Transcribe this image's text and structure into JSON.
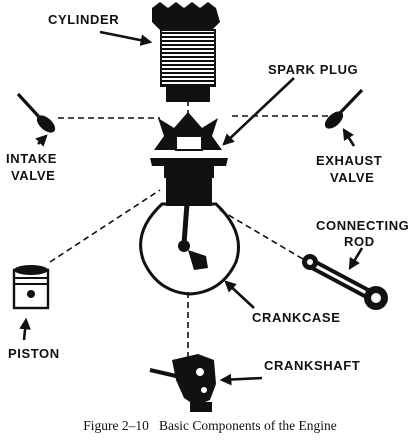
{
  "labels": {
    "cylinder": "CYLINDER",
    "spark_plug": "SPARK PLUG",
    "intake_valve_line1": "INTAKE",
    "intake_valve_line2": "VALVE",
    "exhaust_valve_line1": "EXHAUST",
    "exhaust_valve_line2": "VALVE",
    "connecting_rod_line1": "CONNECTING",
    "connecting_rod_line2": "ROD",
    "piston": "PISTON",
    "crankcase": "CRANKCASE",
    "crankshaft": "CRANKSHAFT"
  },
  "caption": "Figure 2–10   Basic Components of the Engine",
  "colors": {
    "ink": "#111111",
    "background": "#ffffff"
  }
}
